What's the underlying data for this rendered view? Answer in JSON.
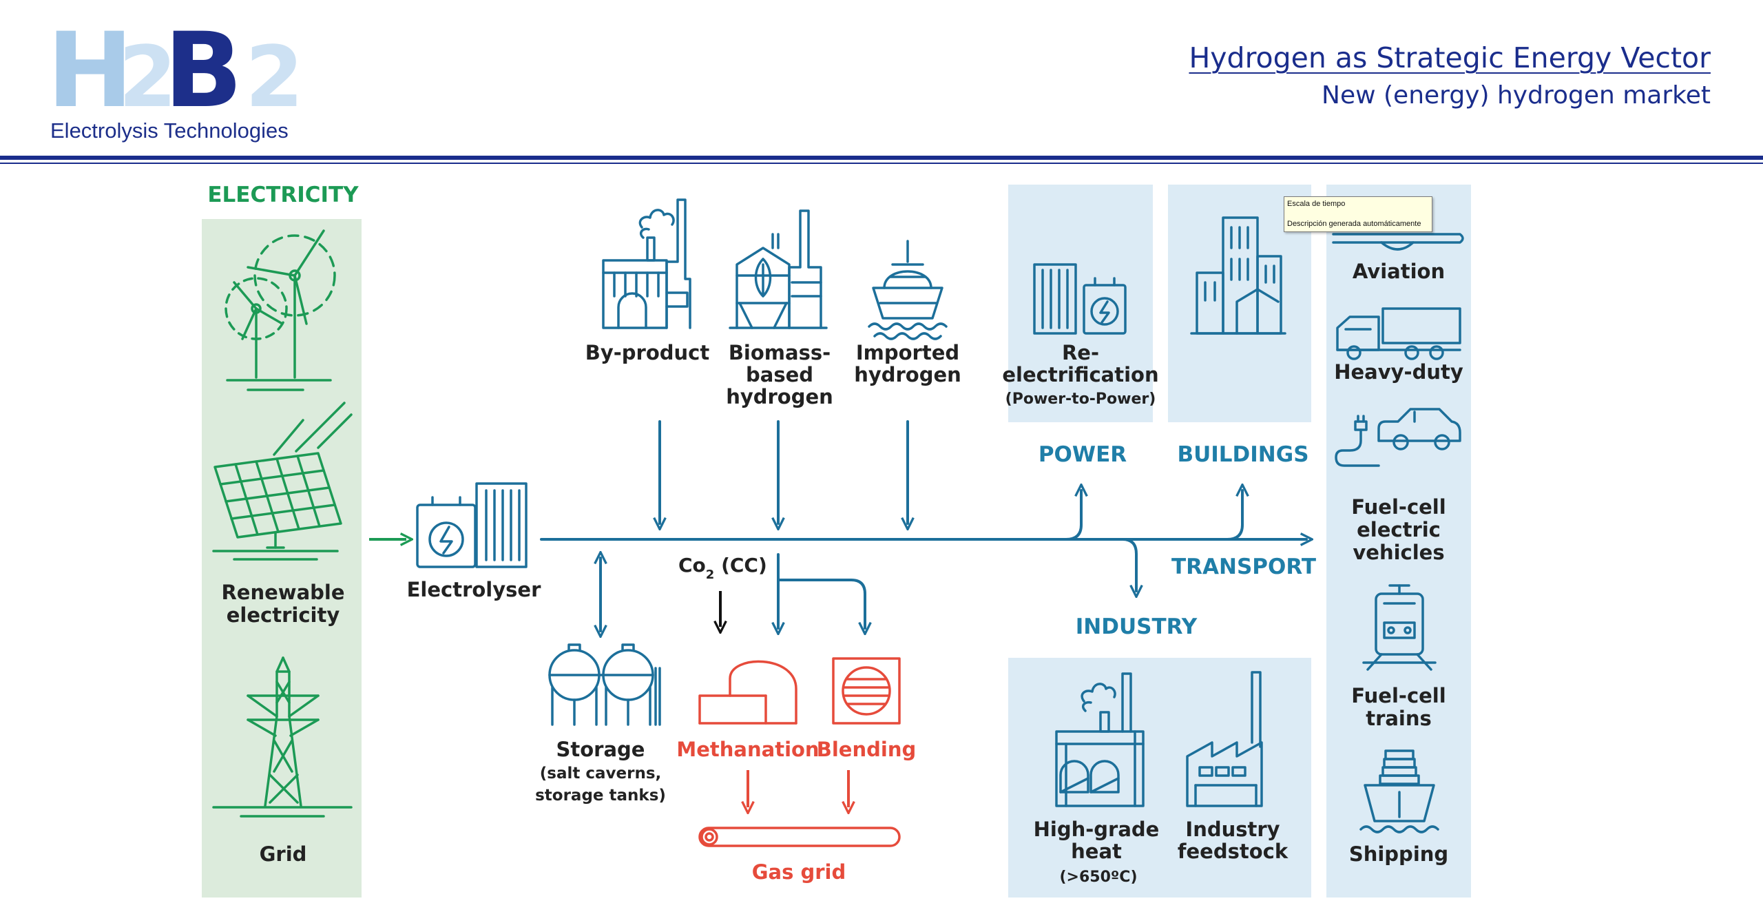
{
  "header": {
    "logo_text": "H2B2",
    "logo_subtitle": "Electrolysis Technologies",
    "title": "Hydrogen as Strategic Energy Vector",
    "subtitle": "New (energy) hydrogen market"
  },
  "tooltip": {
    "line1": "Escala de tiempo",
    "line2": "Descripción generada automáticamente"
  },
  "colors": {
    "brand_blue": "#1a2d8c",
    "diagram_blue": "#1c6f9a",
    "electricity_green": "#1c9a55",
    "gas_red": "#e64b3b",
    "panel_green": "#dcebdc",
    "panel_blue": "#dcebf5"
  },
  "diagram": {
    "electricity": {
      "title": "ELECTRICITY",
      "renewable_line1": "Renewable",
      "renewable_line2": "electricity",
      "grid": "Grid"
    },
    "electrolyser": "Electrolyser",
    "sources": {
      "byproduct": "By-product",
      "biomass_line1": "Biomass-",
      "biomass_line2": "based",
      "biomass_line3": "hydrogen",
      "imported_line1": "Imported",
      "imported_line2": "hydrogen"
    },
    "co2_label": "Co",
    "co2_sub": "2",
    "co2_rest": " (CC)",
    "storage": {
      "title": "Storage",
      "detail_line1": "(salt caverns,",
      "detail_line2": "storage tanks)"
    },
    "methanation": "Methanation",
    "blending": "Blending",
    "gas_grid": "Gas grid",
    "power": {
      "section": "POWER",
      "line1": "Re-",
      "line2": "electrification",
      "line3": "(Power-to-Power)"
    },
    "buildings": {
      "section": "BUILDINGS"
    },
    "transport": {
      "section": "TRANSPORT",
      "aviation": "Aviation",
      "heavy_duty": "Heavy-duty",
      "fcev_line1": "Fuel-cell",
      "fcev_line2": "electric",
      "fcev_line3": "vehicles",
      "trains_line1": "Fuel-cell",
      "trains_line2": "trains",
      "shipping": "Shipping"
    },
    "industry": {
      "section": "INDUSTRY",
      "heat_line1": "High-grade",
      "heat_line2": "heat",
      "heat_line3": "(>650ºC)",
      "feed_line1": "Industry",
      "feed_line2": "feedstock"
    }
  }
}
